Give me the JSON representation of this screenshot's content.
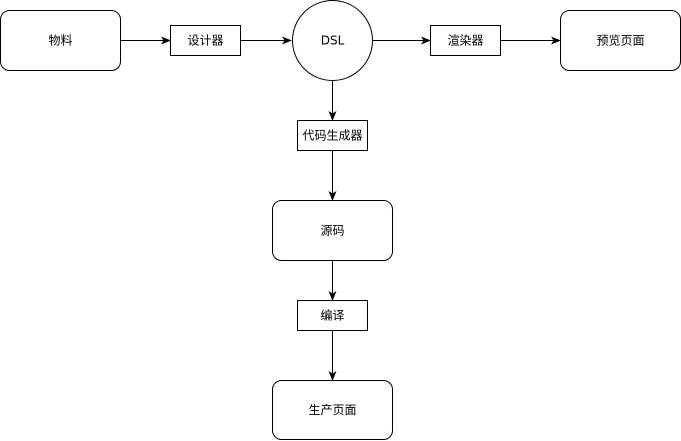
{
  "diagram": {
    "nodes": {
      "material": "物料",
      "designer": "设计器",
      "dsl": "DSL",
      "renderer": "渲染器",
      "preview_page": "预览页面",
      "code_generator": "代码生成器",
      "source_code": "源码",
      "compile": "编译",
      "production_page": "生产页面"
    }
  },
  "colors": {
    "stroke": "#000000",
    "fill": "#ffffff",
    "text": "#000000"
  }
}
